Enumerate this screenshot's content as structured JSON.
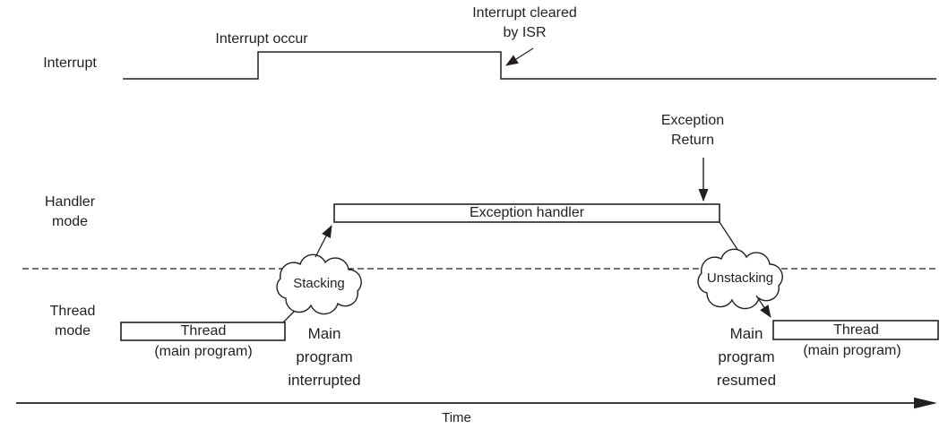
{
  "diagram": {
    "row_labels": {
      "interrupt": "Interrupt",
      "handler_mode": "Handler\nmode",
      "thread_mode": "Thread\nmode"
    },
    "annotations": {
      "interrupt_occur": "Interrupt occur",
      "interrupt_cleared": "Interrupt cleared\nby ISR",
      "exception_return": "Exception\nReturn",
      "main_interrupted": "Main\nprogram\ninterrupted",
      "main_resumed": "Main\nprogram\nresumed",
      "time_axis": "Time"
    },
    "boxes": {
      "exception_handler": "Exception handler",
      "thread_left": "Thread",
      "thread_left_sub": "(main program)",
      "thread_right": "Thread",
      "thread_right_sub": "(main program)"
    },
    "clouds": {
      "stacking": "Stacking",
      "unstacking": "Unstacking"
    },
    "colors": {
      "ink": "#231f20",
      "background": "#ffffff"
    }
  }
}
